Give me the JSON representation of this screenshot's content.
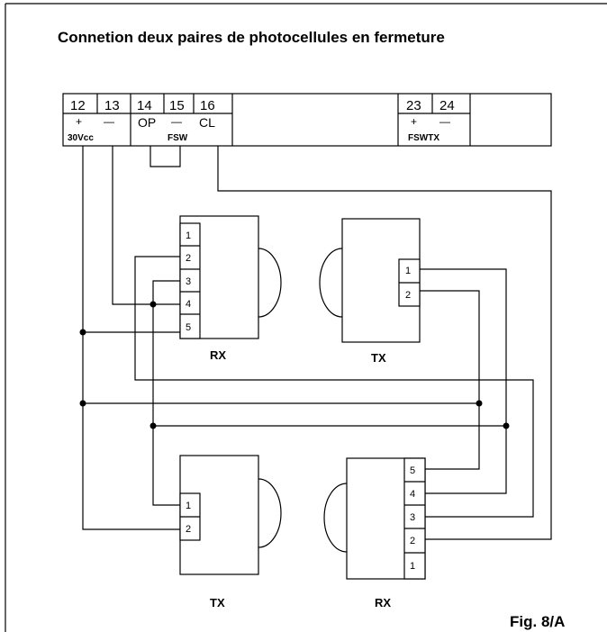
{
  "title": "Connetion deux paires de photocellules en fermeture",
  "figure_label": "Fig. 8/A",
  "terminal_block": {
    "numbers": [
      "12",
      "13",
      "14",
      "15",
      "16",
      "23",
      "24"
    ],
    "signs": {
      "t12": "+",
      "t13": "—",
      "t14": "OP",
      "t15": "—",
      "t16": "CL",
      "t23": "+",
      "t24": "—"
    },
    "group_labels": {
      "power": "30Vcc",
      "fsw": "FSW",
      "fswtx": "FSWTX"
    }
  },
  "devices": {
    "rx_top": {
      "label": "RX",
      "pins": [
        "1",
        "2",
        "3",
        "4",
        "5"
      ]
    },
    "tx_top": {
      "label": "TX",
      "pins": [
        "1",
        "2"
      ]
    },
    "tx_bottom": {
      "label": "TX",
      "pins": [
        "1",
        "2"
      ]
    },
    "rx_bottom": {
      "label": "RX",
      "pins": [
        "5",
        "4",
        "3",
        "2",
        "1"
      ]
    }
  }
}
